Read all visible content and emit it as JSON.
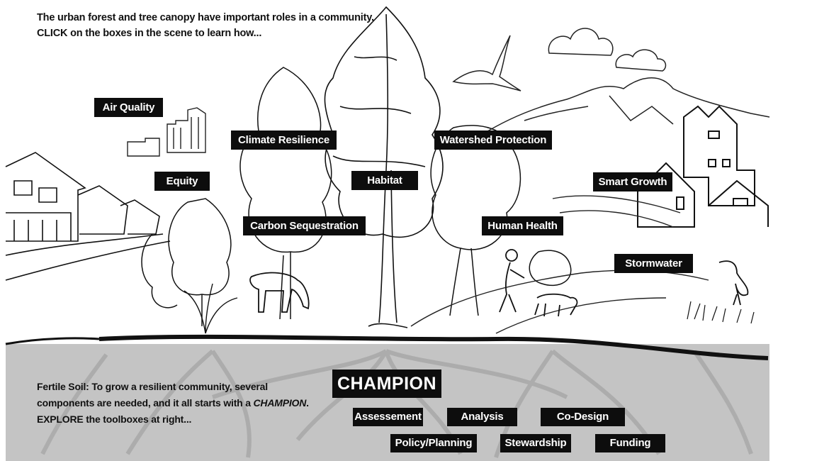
{
  "intro": {
    "line1": "The urban forest and tree canopy have important roles in a community.",
    "line2": "CLICK on the boxes in the scene to learn how..."
  },
  "roles": {
    "air_quality": "Air Quality",
    "climate_resilience": "Climate Resilience",
    "watershed_protection": "Watershed Protection",
    "equity": "Equity",
    "habitat": "Habitat",
    "smart_growth": "Smart Growth",
    "carbon_sequestration": "Carbon Sequestration",
    "human_health": "Human Health",
    "stormwater": "Stormwater"
  },
  "soil": {
    "line1": "Fertile Soil: To grow a resilient community, several",
    "line2_prefix": "components are needed, and it all starts with a",
    "line2_emphasis": "CHAMPION",
    "line2_suffix": ".",
    "line3": "EXPLORE the toolboxes at right..."
  },
  "toolboxes": {
    "champion": "CHAMPION",
    "assessment": "Assessement",
    "analysis": "Analysis",
    "co_design": "Co-Design",
    "policy_planning": "Policy/Planning",
    "stewardship": "Stewardship",
    "funding": "Funding"
  },
  "colors": {
    "label_bg": "#0d0d0d",
    "label_text": "#ffffff",
    "soil": "#c4c4c4",
    "ink": "#1a1a1a"
  }
}
